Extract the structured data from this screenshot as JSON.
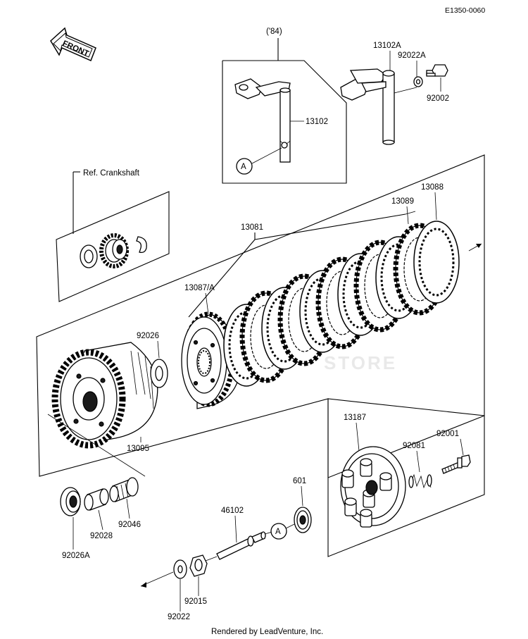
{
  "diagram_code": "E1350-0060",
  "front_label": "FRONT",
  "year_note": "('84)",
  "ref_label": "Ref. Crankshaft",
  "callout_letter": "A",
  "watermark": "STORE",
  "footer": "Rendered by LeadVenture, Inc.",
  "parts": {
    "p13102A": "13102A",
    "p92022A": "92022A",
    "p92002": "92002",
    "p13102": "13102",
    "p13088": "13088",
    "p13089": "13089",
    "p13081": "13081",
    "p13087A": "13087/A",
    "p92026": "92026",
    "p13095": "13095",
    "p13187": "13187",
    "p92001": "92001",
    "p92081": "92081",
    "p601": "601",
    "p46102": "46102",
    "p92026A": "92026A",
    "p92028": "92028",
    "p92046": "92046",
    "p92015": "92015",
    "p92022": "92022"
  }
}
